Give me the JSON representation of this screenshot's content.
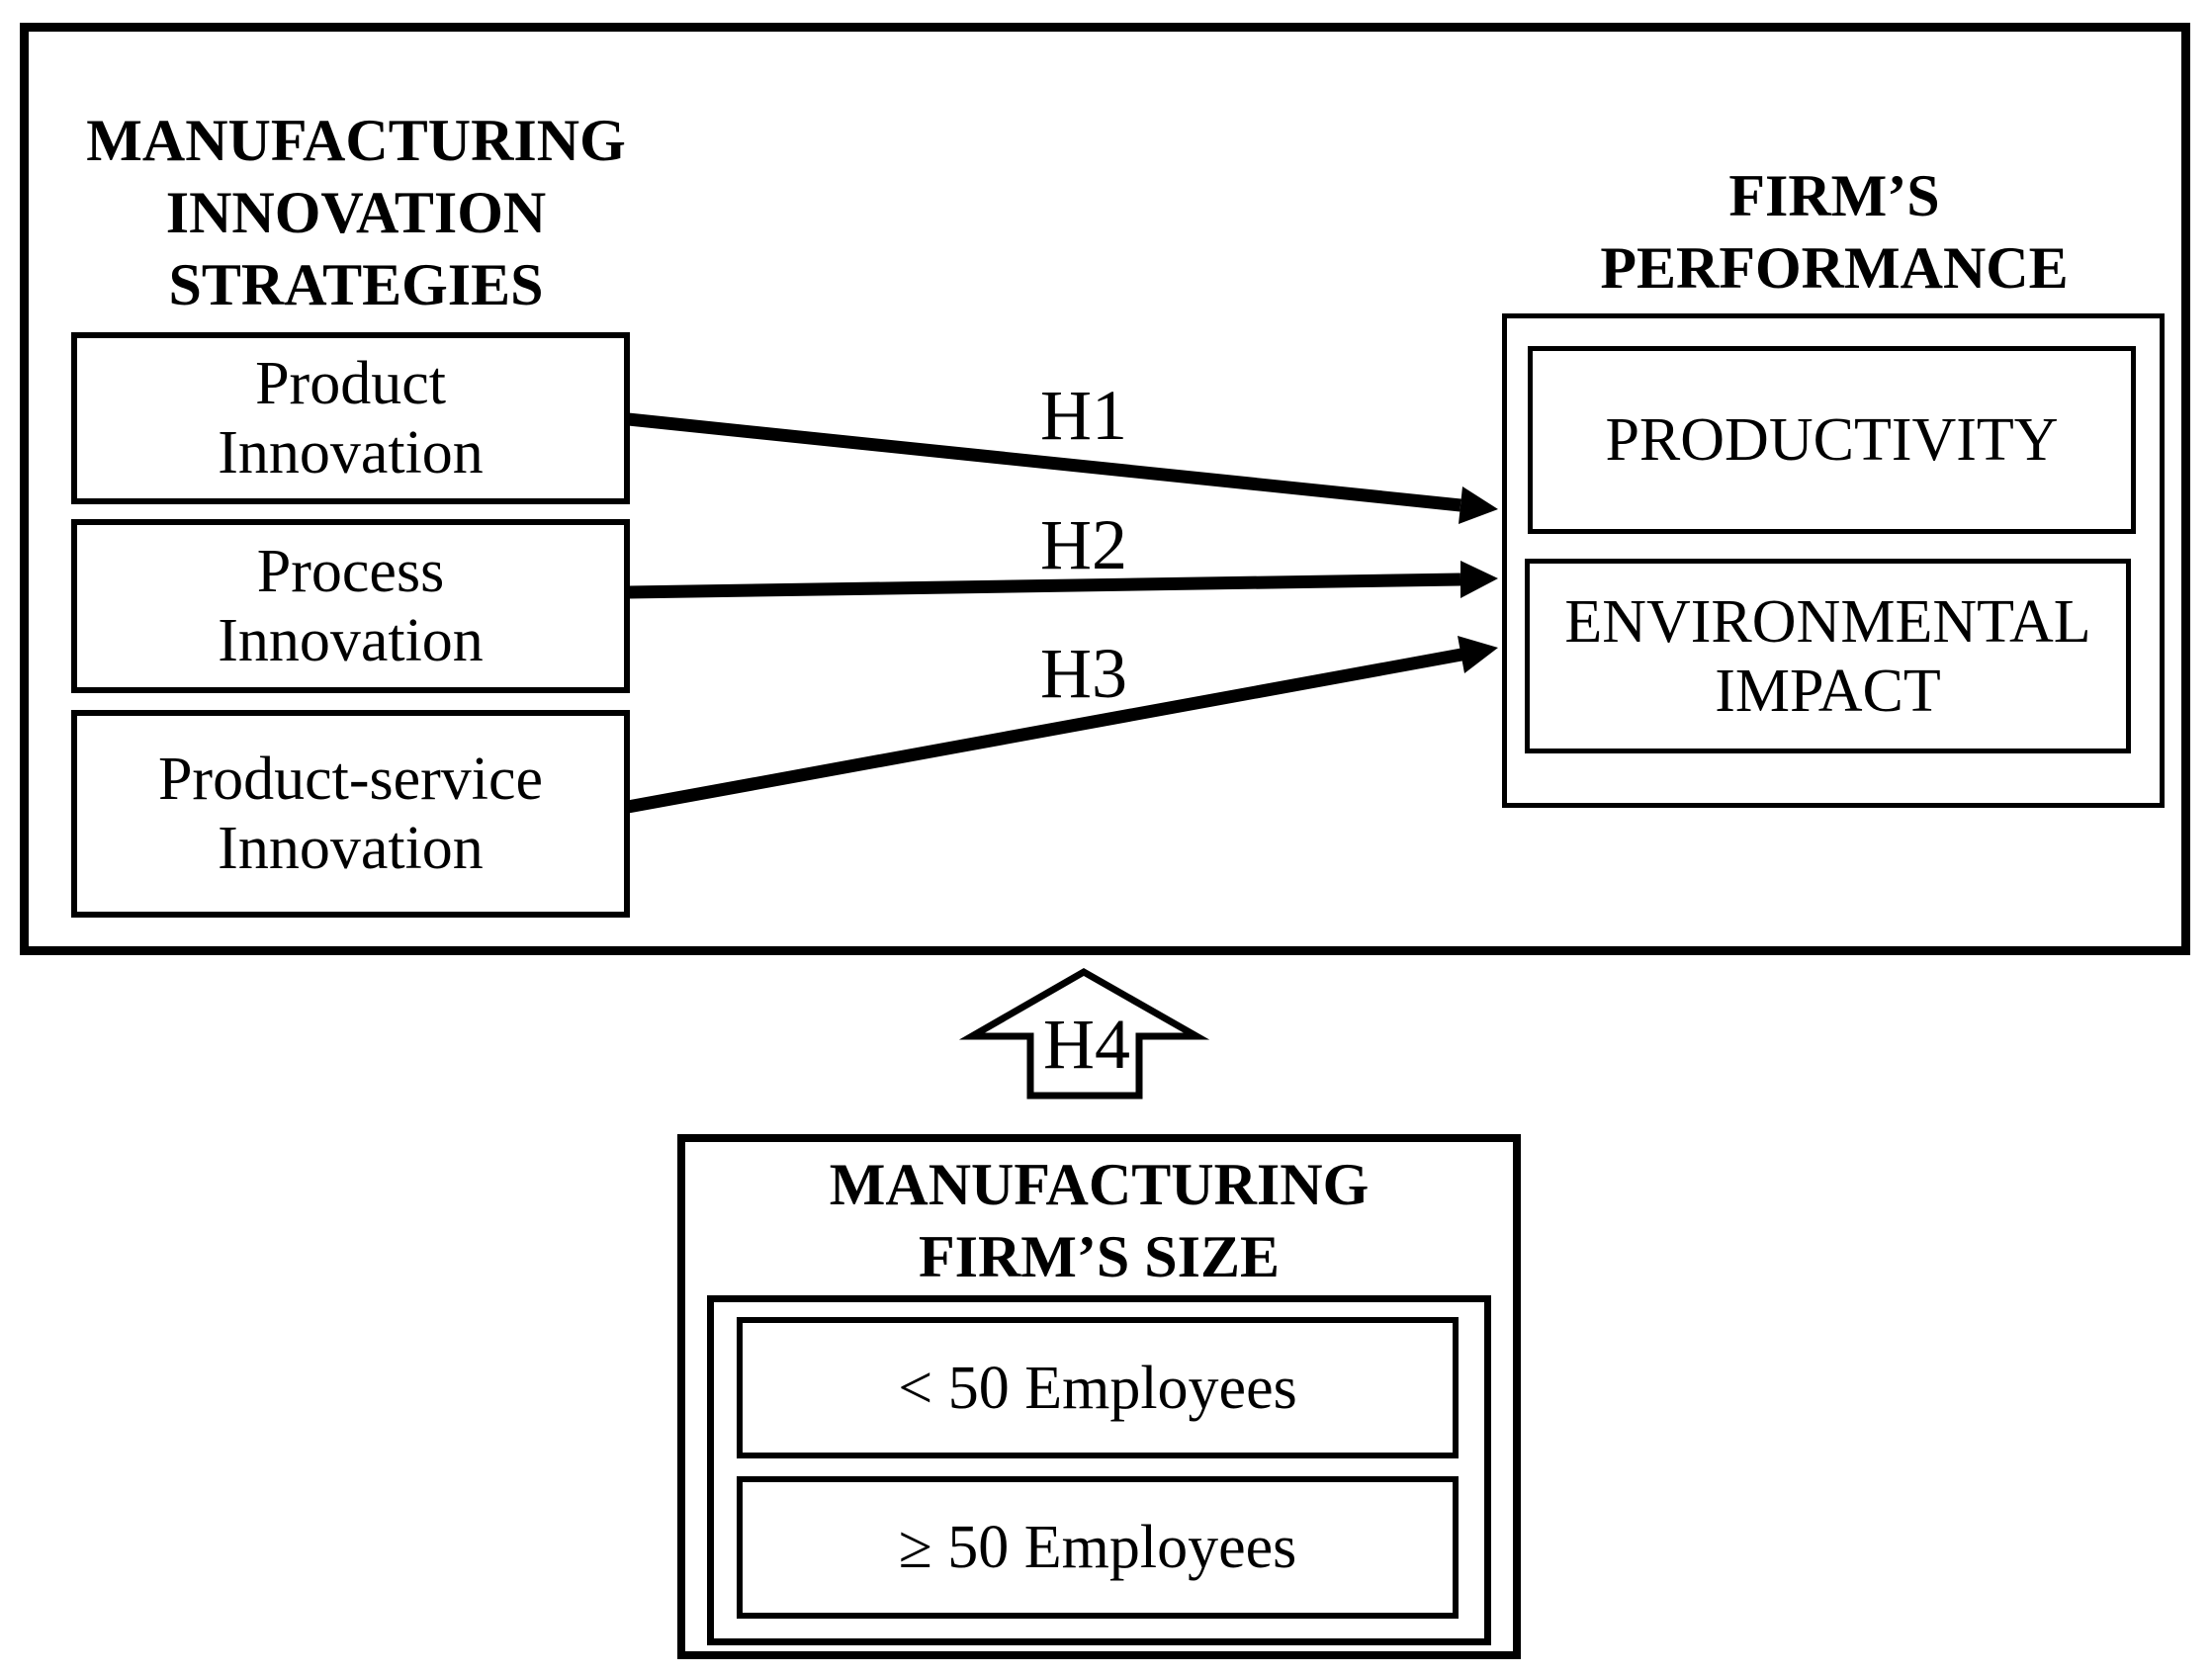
{
  "page": {
    "background_color": "#ffffff",
    "ink_color": "#000000"
  },
  "strategies": {
    "heading": "MANUFACTURING\nINNOVATION\nSTRATEGIES",
    "boxes": [
      {
        "label": "Product\nInnovation"
      },
      {
        "label": "Process\nInnovation"
      },
      {
        "label": "Product-service\nInnovation"
      }
    ]
  },
  "performance": {
    "heading": "FIRM’S\nPERFORMANCE",
    "boxes": [
      {
        "label": "PRODUCTIVITY"
      },
      {
        "label": "ENVIRONMENTAL\nIMPACT"
      }
    ]
  },
  "hypotheses": {
    "h1": "H1",
    "h2": "H2",
    "h3": "H3",
    "h4": "H4"
  },
  "firm_size": {
    "heading": "MANUFACTURING\nFIRM’S SIZE",
    "boxes": [
      {
        "label": "< 50 Employees"
      },
      {
        "label": "≥ 50 Employees"
      }
    ]
  }
}
